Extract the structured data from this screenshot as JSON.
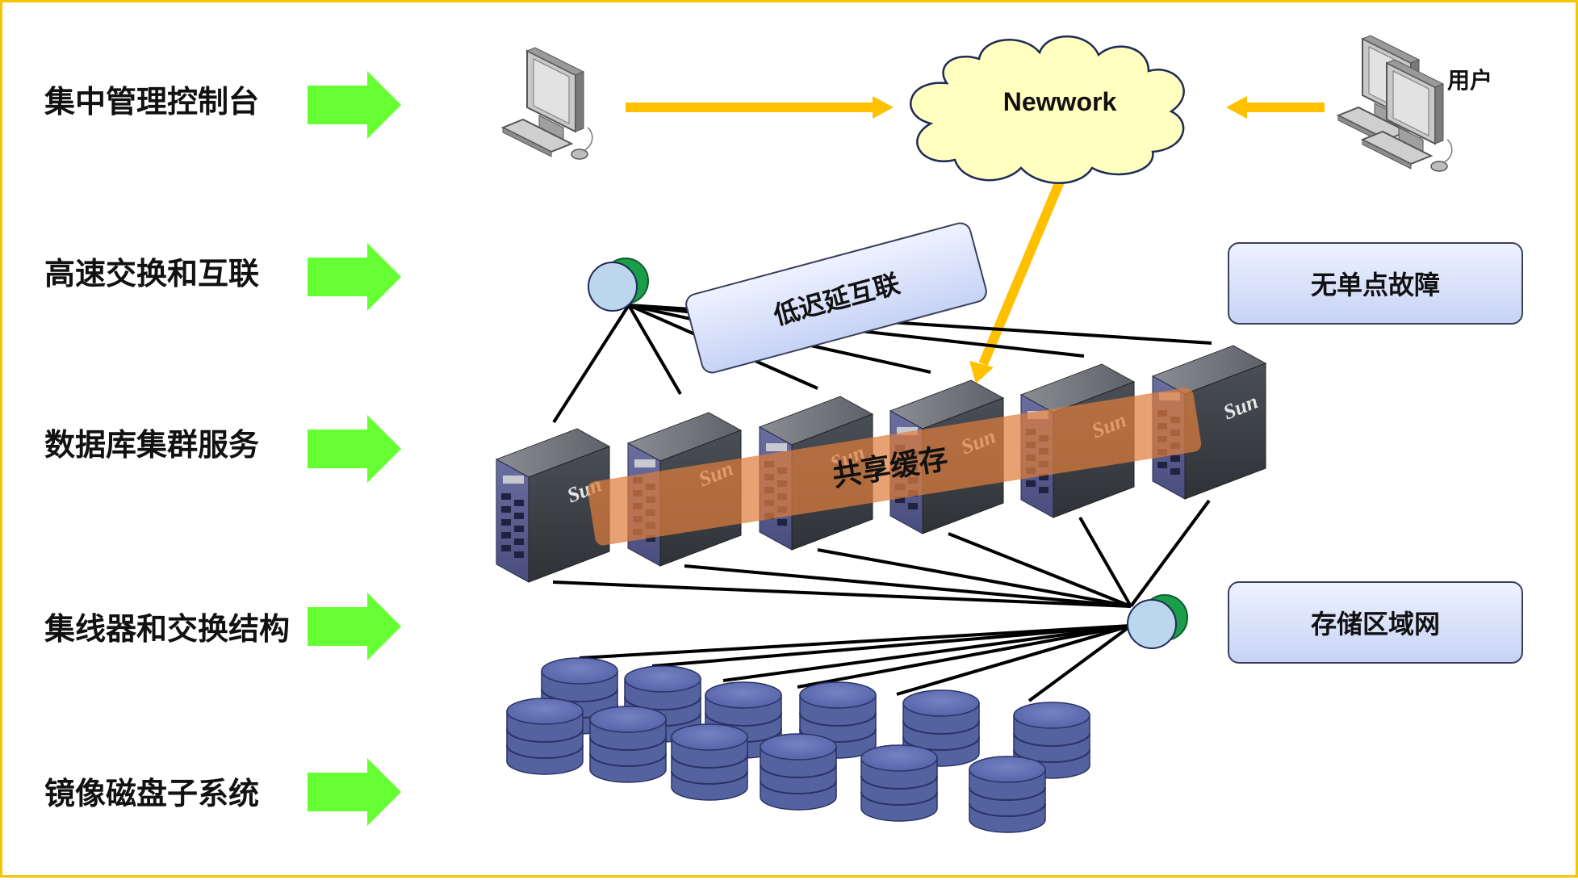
{
  "layers": [
    {
      "label": "集中管理控制台"
    },
    {
      "label": "高速交换和互联"
    },
    {
      "label": "数据库集群服务"
    },
    {
      "label": "集线器和交换结构"
    },
    {
      "label": "镜像磁盘子系统"
    }
  ],
  "network": {
    "label": "Newwork"
  },
  "user": {
    "label": "用户"
  },
  "interconnect": {
    "label": "低迟延互联"
  },
  "shared_cache": {
    "label": "共享缓存"
  },
  "side_boxes": [
    {
      "label": "无单点故障"
    },
    {
      "label": "存储区域网"
    }
  ],
  "server_logo": "Sun",
  "colors": {
    "border": "#f6c500",
    "layer_arrow": "#66ff33",
    "flow_arrow": "#ffc000",
    "cloud_fill": "#ffffc0",
    "disk": "#5462a0",
    "node_green": "#1a9e4a",
    "node_blue": "#bcd6ee",
    "cache_band": "#de7d3c"
  },
  "icons": [
    "layer-arrow-icon",
    "admin-computer-icon",
    "network-cloud-icon",
    "user-computer-icon",
    "switch-node-icon",
    "server-icon",
    "disk-stack-icon"
  ]
}
